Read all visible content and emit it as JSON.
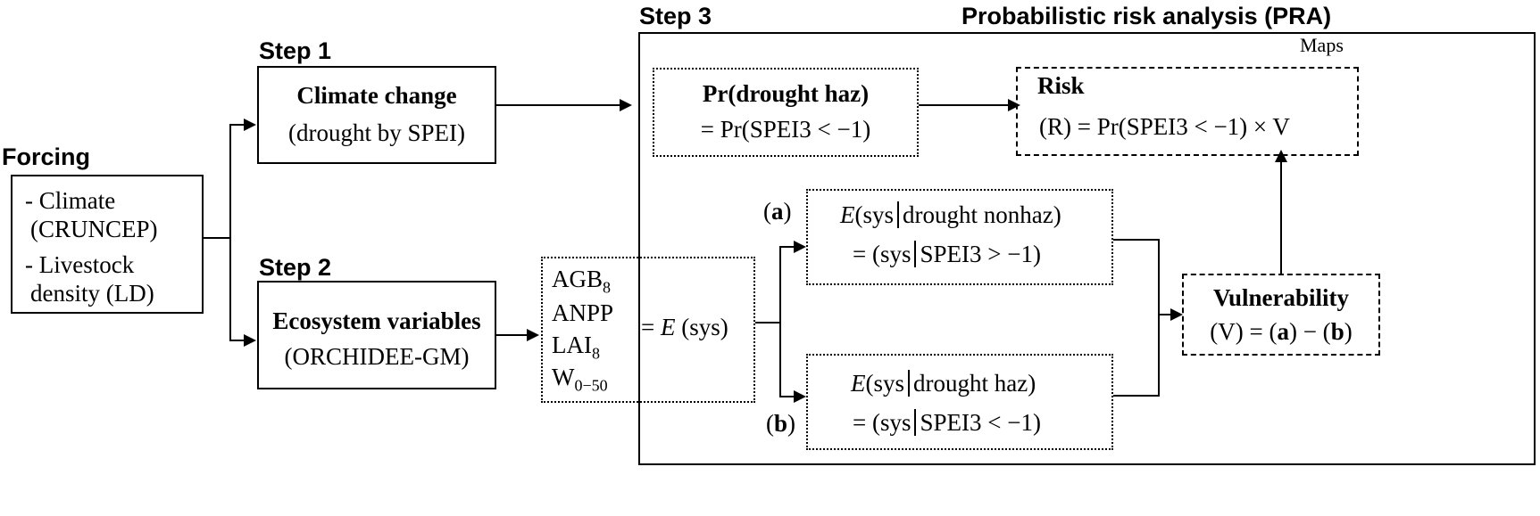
{
  "forcing": {
    "title": "Forcing",
    "items": [
      "- Climate",
      "(CRUNCEP)",
      "- Livestock",
      "density (LD)"
    ]
  },
  "step1": {
    "label": "Step 1",
    "title": "Climate change",
    "subtitle": "(drought by SPEI)"
  },
  "step2": {
    "label": "Step 2",
    "title": "Ecosystem variables",
    "subtitle": "(ORCHIDEE-GM)"
  },
  "step3": {
    "label": "Step 3",
    "pra_title": "Probabilistic risk analysis (PRA)",
    "maps_label": "Maps"
  },
  "variables": {
    "agb": "AGB",
    "agb_sub": "8",
    "anpp": "ANPP",
    "lai": "LAI",
    "lai_sub": "8",
    "w": "W",
    "w_sub": "0−50",
    "equals": "= ",
    "e": "E",
    "sys": " (sys)"
  },
  "pr_box": {
    "line1_pr": "Pr",
    "line1_rest": "(drought haz)",
    "line2": "= Pr(SPEI3 < −1)"
  },
  "risk_box": {
    "title": "Risk",
    "formula": "(R) = Pr(SPEI3 < −1) × V"
  },
  "nonhaz_box": {
    "label": "a",
    "e": "E",
    "l1_left": "(sys",
    "l1_right": "drought nonhaz)",
    "l2_left": "= (sys",
    "l2_right": "SPEI3 > −1)"
  },
  "haz_box": {
    "label": "b",
    "e": "E",
    "l1_left": "(sys",
    "l1_right": "drought haz)",
    "l2_left": "= (sys",
    "l2_right": "SPEI3 < −1)"
  },
  "vuln_box": {
    "title": "Vulnerability",
    "f1": "(V) = (",
    "fa": "a",
    "f2": ") − (",
    "fb": "b",
    "f3": ")"
  }
}
